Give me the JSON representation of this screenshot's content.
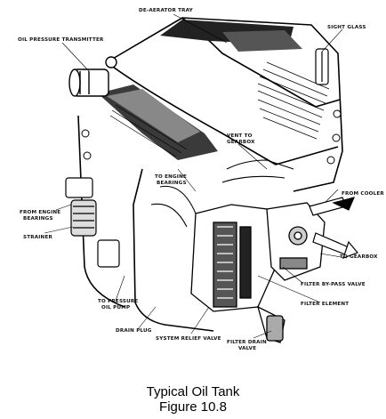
{
  "labels": {
    "de_aerator_tray": "DE-AERATOR TRAY",
    "sight_glass": "SIGHT GLASS",
    "oil_pressure_transmitter": "OIL PRESSURE TRANSMITTER",
    "vent_to_gearbox_1": "VENT TO",
    "vent_to_gearbox_2": "GEARBOX",
    "to_engine_bearings_1": "TO ENGINE",
    "to_engine_bearings_2": "BEARINGS",
    "from_cooler": "FROM COOLER",
    "from_engine_bearings_1": "FROM ENGINE",
    "from_engine_bearings_2": "BEARINGS",
    "strainer": "STRAINER",
    "to_gearbox": "TO GEARBOX",
    "filter_by_pass_valve": "FILTER BY-PASS VALVE",
    "to_pressure_oil_pump_1": "TO PRESSURE",
    "to_pressure_oil_pump_2": "OIL PUMP",
    "filter_element": "FILTER ELEMENT",
    "drain_plug": "DRAIN PLUG",
    "system_relief_valve": "SYSTEM RELIEF VALVE",
    "filter_drain_valve_1": "FILTER DRAIN",
    "filter_drain_valve_2": "VALVE"
  },
  "caption": {
    "title": "Typical Oil Tank",
    "figure": "Figure 10.8"
  }
}
